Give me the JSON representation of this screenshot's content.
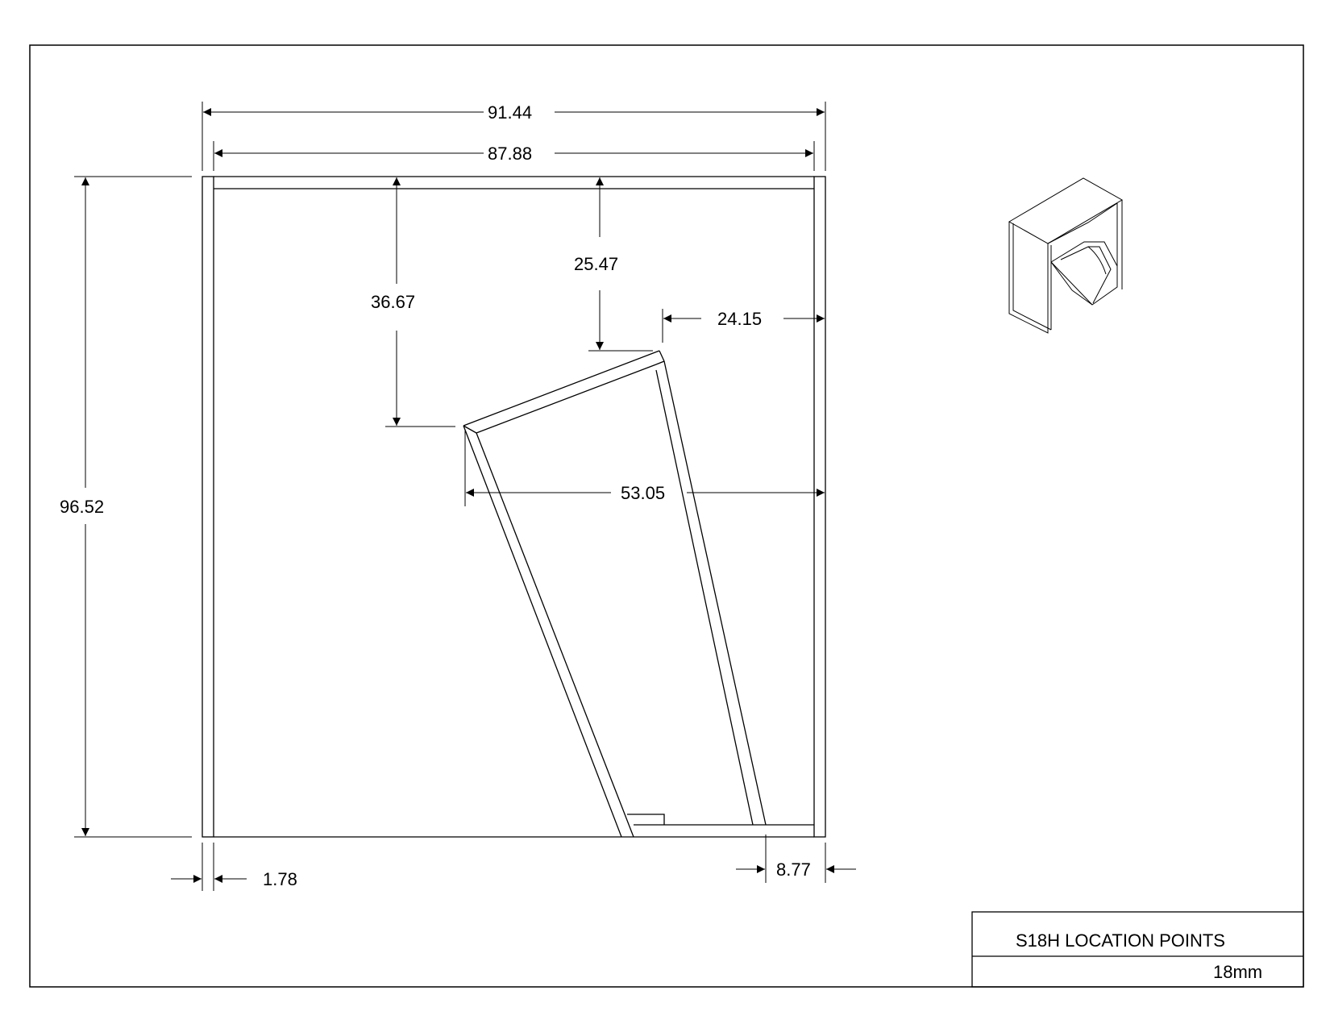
{
  "title_block": {
    "title": "S18H  LOCATION POINTS",
    "material": "18mm"
  },
  "dimensions": {
    "overall_width": "91.44",
    "inner_width": "87.88",
    "overall_height": "96.52",
    "offset_top_left": "36.67",
    "offset_top_right": "25.47",
    "offset_right": "24.15",
    "span_horizontal": "53.05",
    "panel_thickness": "1.78",
    "bottom_right_offset": "8.77"
  },
  "icons": {
    "isometric_view": "cabinet-isometric-icon"
  }
}
